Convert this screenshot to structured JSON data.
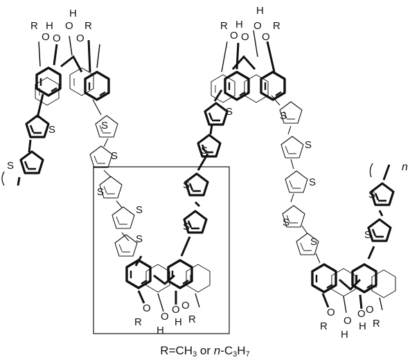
{
  "labels": {
    "sulfur": "S",
    "oxygen": "O",
    "hydrogen": "H",
    "r_group": "R",
    "repeat_n": "n"
  },
  "caption": {
    "lead": "R=CH",
    "sub1": "3",
    "mid": " or ",
    "italic": "n",
    "tail": "-C",
    "sub2": "3",
    "tail2": "H",
    "sub3": "7"
  },
  "colors": {
    "ink": "#111111",
    "background": "#ffffff"
  }
}
